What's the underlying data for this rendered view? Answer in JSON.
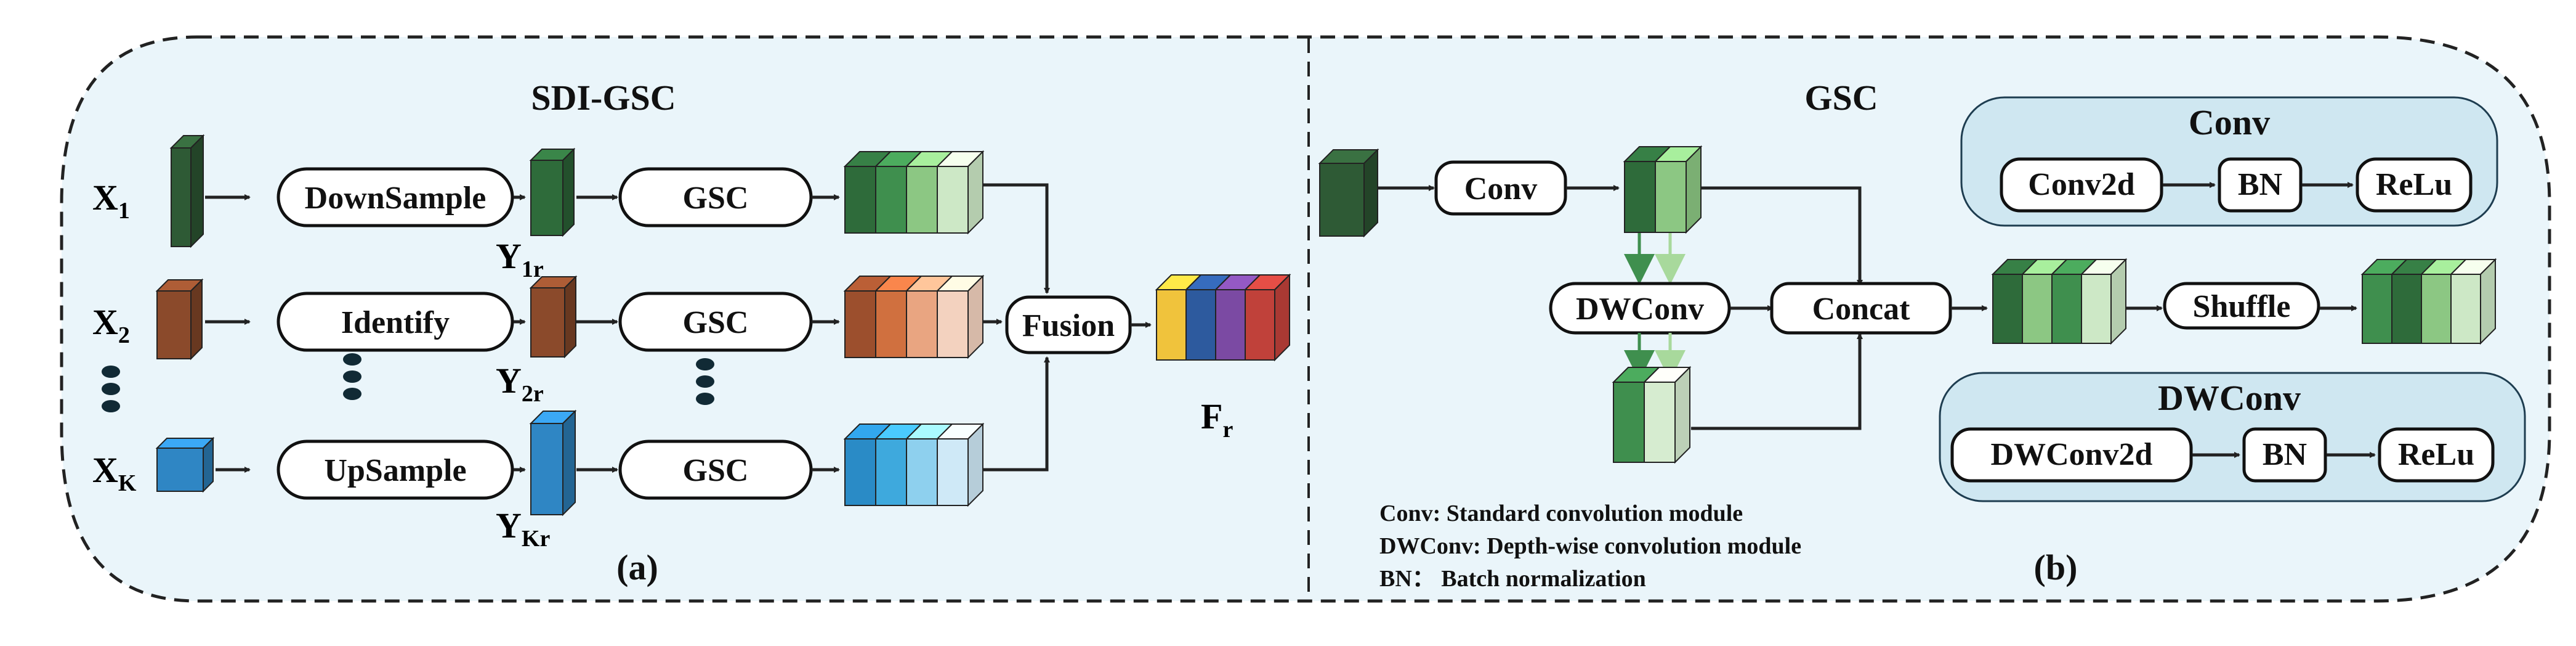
{
  "panel_a": {
    "title": "SDI-GSC",
    "caption": "(a)",
    "inputs": [
      {
        "main": "X",
        "sub": "1",
        "color": "#2e5a35"
      },
      {
        "main": "X",
        "sub": "2",
        "color": "#8b4a2b"
      },
      {
        "main": "X",
        "sub": "K",
        "color": "#2f86c4"
      }
    ],
    "ops": [
      "DownSample",
      "Identify",
      "UpSample"
    ],
    "mids": [
      {
        "main": "Y",
        "sub": "1r",
        "color": "#2e6b3a"
      },
      {
        "main": "Y",
        "sub": "2r",
        "color": "#8b4a2b"
      },
      {
        "main": "Y",
        "sub": "Kr",
        "color": "#2f86c4"
      }
    ],
    "gsc_label": "GSC",
    "fusion_label": "Fusion",
    "output": {
      "main": "F",
      "sub": "r"
    },
    "stack_colors": [
      [
        "#2e6b3a",
        "#3f8f4e",
        "#8cc783",
        "#cde8c6"
      ],
      [
        "#9c4f2d",
        "#d0703f",
        "#e9a581",
        "#f3d2bf"
      ],
      [
        "#2a8bc6",
        "#3ea9dd",
        "#8ed0ee",
        "#cfe9f7"
      ]
    ],
    "output_colors": [
      "#f0c33c",
      "#2d5a9e",
      "#7b4aa3",
      "#c0413a"
    ]
  },
  "panel_b": {
    "title": "GSC",
    "caption": "(b)",
    "conv_label": "Conv",
    "dwconv_label": "DWConv",
    "concat_label": "Concat",
    "shuffle_label": "Shuffle",
    "conv_module": {
      "title": "Conv",
      "steps": [
        "Conv2d",
        "BN",
        "ReLu"
      ]
    },
    "dwconv_module": {
      "title": "DWConv",
      "steps": [
        "DWConv2d",
        "BN",
        "ReLu"
      ]
    },
    "legend": [
      "Conv: Standard convolution module",
      "DWConv: Depth-wise convolution module",
      "BN： Batch normalization"
    ]
  }
}
